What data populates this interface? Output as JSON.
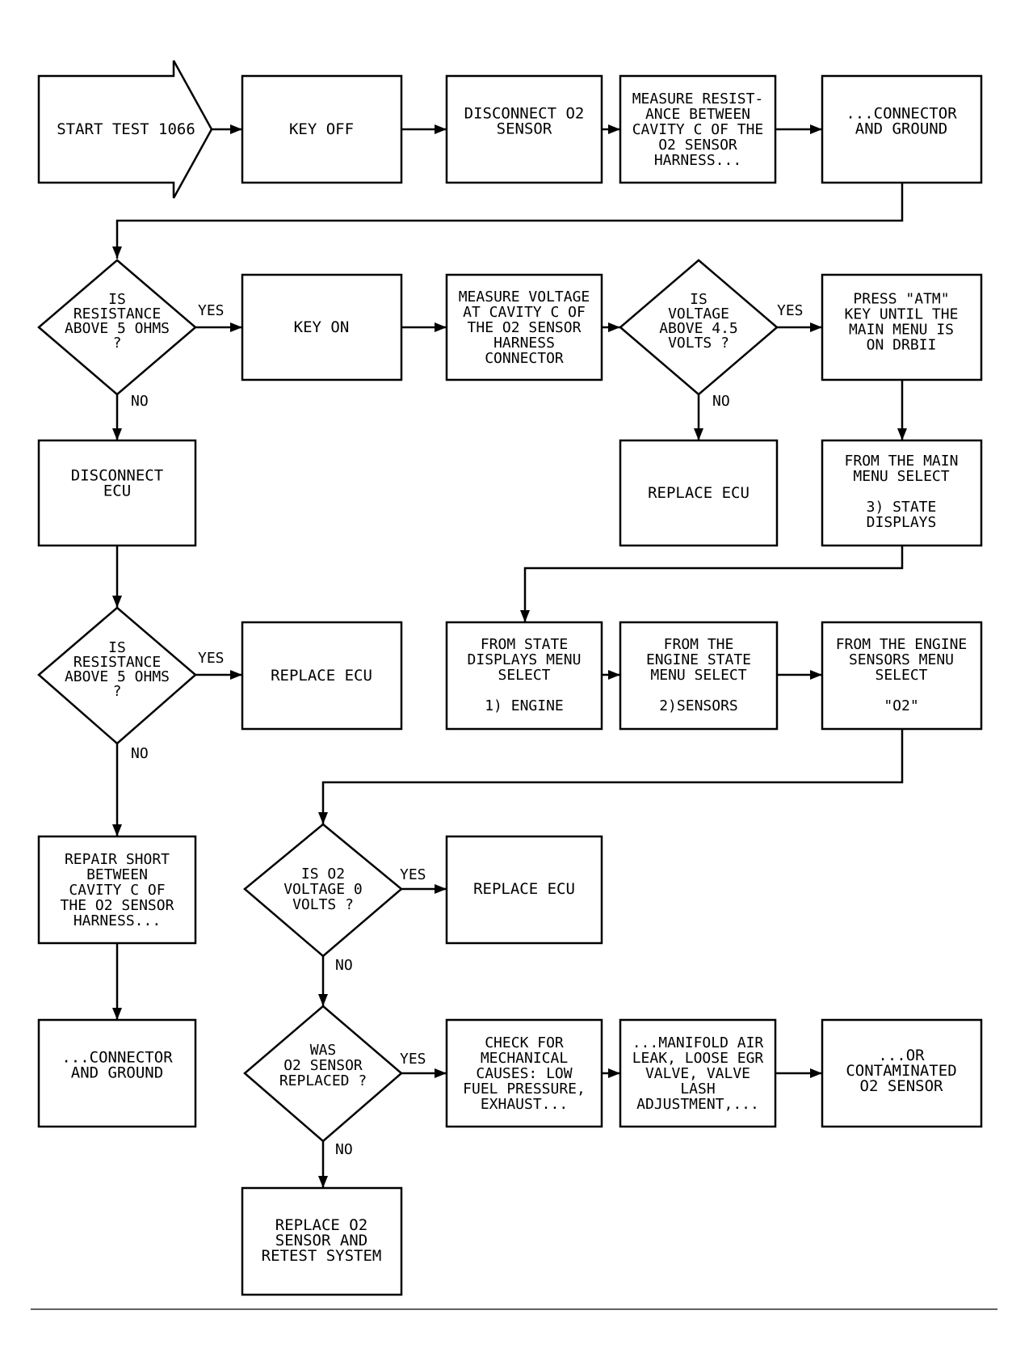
{
  "diagram": {
    "start": {
      "lines": [
        "START TEST 1066"
      ]
    },
    "key_off": {
      "lines": [
        "KEY OFF"
      ]
    },
    "disconnect_o2": {
      "lines": [
        "DISCONNECT O2",
        "SENSOR"
      ]
    },
    "measure_resistance": {
      "lines": [
        "MEASURE RESIST-",
        "ANCE BETWEEN",
        "CAVITY C OF THE",
        "O2 SENSOR",
        "HARNESS..."
      ]
    },
    "connector_ground_1": {
      "lines": [
        "...CONNECTOR",
        "AND GROUND"
      ]
    },
    "decision_resistance_1": {
      "lines": [
        "IS",
        "RESISTANCE",
        "ABOVE 5 OHMS",
        "?"
      ]
    },
    "key_on": {
      "lines": [
        "KEY ON"
      ]
    },
    "measure_voltage": {
      "lines": [
        "MEASURE VOLTAGE",
        "AT CAVITY C OF",
        "THE O2 SENSOR",
        "HARNESS",
        "CONNECTOR"
      ]
    },
    "decision_voltage": {
      "lines": [
        "IS",
        "VOLTAGE",
        "ABOVE 4.5",
        "VOLTS ?"
      ]
    },
    "press_atm": {
      "lines": [
        "PRESS \"ATM\"",
        "KEY UNTIL THE",
        "MAIN MENU IS",
        "ON DRBII"
      ]
    },
    "disconnect_ecu": {
      "lines": [
        "DISCONNECT",
        "ECU"
      ]
    },
    "replace_ecu_1": {
      "lines": [
        "REPLACE ECU"
      ]
    },
    "main_menu_select": {
      "lines": [
        "FROM THE MAIN",
        "MENU SELECT",
        "",
        "3) STATE",
        "DISPLAYS"
      ]
    },
    "decision_resistance_2": {
      "lines": [
        "IS",
        "RESISTANCE",
        "ABOVE 5 OHMS",
        "?"
      ]
    },
    "replace_ecu_2": {
      "lines": [
        "REPLACE ECU"
      ]
    },
    "state_displays_select": {
      "lines": [
        "FROM STATE",
        "DISPLAYS MENU",
        "SELECT",
        "",
        "1) ENGINE"
      ]
    },
    "engine_state_select": {
      "lines": [
        "FROM THE",
        "ENGINE STATE",
        "MENU SELECT",
        "",
        "2)SENSORS"
      ]
    },
    "engine_sensors_select": {
      "lines": [
        "FROM THE ENGINE",
        "SENSORS MENU",
        "SELECT",
        "",
        "\"O2\""
      ]
    },
    "repair_short": {
      "lines": [
        "REPAIR SHORT",
        "BETWEEN",
        "CAVITY C OF",
        "THE O2 SENSOR",
        "HARNESS..."
      ]
    },
    "decision_o2_voltage": {
      "lines": [
        "IS O2",
        "VOLTAGE 0",
        "VOLTS ?"
      ]
    },
    "replace_ecu_3": {
      "lines": [
        "REPLACE ECU"
      ]
    },
    "connector_ground_2": {
      "lines": [
        "...CONNECTOR",
        "AND GROUND"
      ]
    },
    "decision_o2_replaced": {
      "lines": [
        "WAS",
        "O2 SENSOR",
        "REPLACED ?"
      ]
    },
    "check_mechanical": {
      "lines": [
        "CHECK FOR",
        "MECHANICAL",
        "CAUSES: LOW",
        "FUEL PRESSURE,",
        "EXHAUST..."
      ]
    },
    "manifold_air": {
      "lines": [
        "...MANIFOLD AIR",
        "LEAK, LOOSE EGR",
        "VALVE, VALVE",
        "LASH",
        "ADJUSTMENT,..."
      ]
    },
    "contaminated": {
      "lines": [
        "...OR",
        "CONTAMINATED",
        "O2 SENSOR"
      ]
    },
    "replace_o2_retest": {
      "lines": [
        "REPLACE O2",
        "SENSOR AND",
        "RETEST SYSTEM"
      ]
    }
  },
  "edges": {
    "yes": "YES",
    "no": "NO"
  }
}
